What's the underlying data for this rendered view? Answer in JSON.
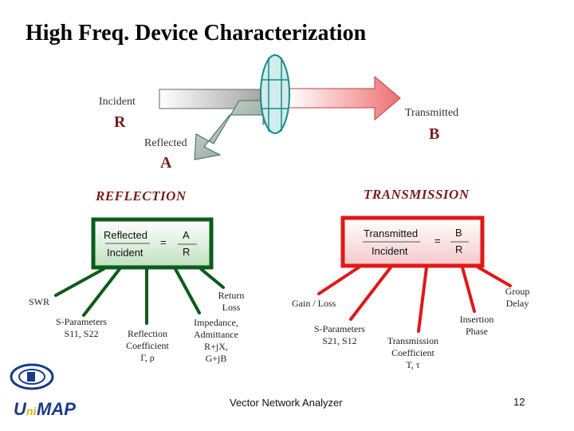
{
  "title": "High Freq. Device Characterization",
  "top_diagram": {
    "incident_label": "Incident",
    "incident_symbol": "R",
    "reflected_label": "Reflected",
    "reflected_symbol": "A",
    "transmitted_label": "Transmitted",
    "transmitted_symbol": "B"
  },
  "reflection": {
    "heading": "REFLECTION",
    "box_top": "Reflected",
    "box_bottom": "Incident",
    "equals": "=",
    "ratio_top": "A",
    "ratio_bottom": "R",
    "branches": {
      "swr": "SWR",
      "s_params": [
        "S-Parameters",
        "S11, S22"
      ],
      "reflection_coeff": [
        "Reflection",
        "Coefficient",
        "Γ, ρ"
      ],
      "impedance": [
        "Impedance,",
        "Admittance",
        "R+jX,",
        "G+jB"
      ],
      "return_loss": [
        "Return",
        "Loss"
      ]
    }
  },
  "transmission": {
    "heading": "TRANSMISSION",
    "box_top": "Transmitted",
    "box_bottom": "Incident",
    "equals": "=",
    "ratio_top": "B",
    "ratio_bottom": "R",
    "branches": {
      "gain_loss": "Gain / Loss",
      "s_params": [
        "S-Parameters",
        "S21, S12"
      ],
      "transmission_coeff": [
        "Transmission",
        "Coefficient",
        "T, τ"
      ],
      "insertion_phase": [
        "Insertion",
        "Phase"
      ],
      "group_delay": [
        "Group",
        "Delay"
      ]
    }
  },
  "footer": {
    "center": "Vector Network Analyzer",
    "page_number": "12",
    "logo_text": "UniMAP"
  },
  "colors": {
    "green": "#0a5c1a",
    "red": "#e01818",
    "dark_red": "#7a1c1c",
    "arrow_gray": "#808080",
    "arrow_pink": "#f08a8a",
    "teal": "#1b8a8a"
  }
}
